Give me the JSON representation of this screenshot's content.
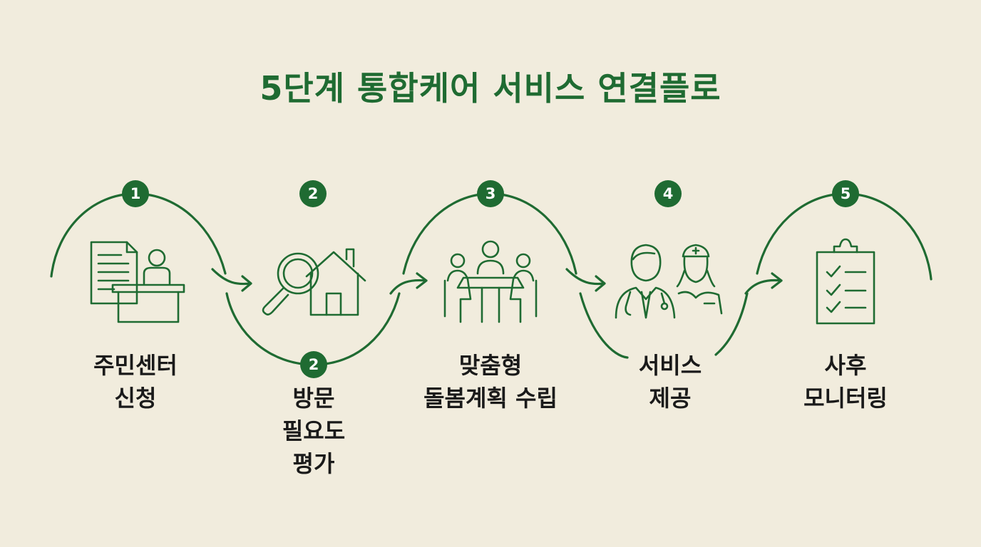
{
  "title": "5단계 통합케어 서비스 연결플로",
  "colors": {
    "primary": "#1f6b32",
    "background": "#f1ecdd",
    "text": "#1a1a1a"
  },
  "steps": [
    {
      "number": "1",
      "label": "주민센터\n신청",
      "icon": "desk-document-person-icon"
    },
    {
      "number": "2",
      "label": "방문\n필요도\n평가",
      "icon": "magnifier-house-icon",
      "extra_number": "2"
    },
    {
      "number": "3",
      "label": "맞춤형\n돌봄계획 수립",
      "icon": "meeting-table-icon"
    },
    {
      "number": "4",
      "label": "서비스\n제공",
      "icon": "doctor-nurse-icon"
    },
    {
      "number": "5",
      "label": "사후\n모니터링",
      "icon": "clipboard-checklist-icon"
    }
  ]
}
